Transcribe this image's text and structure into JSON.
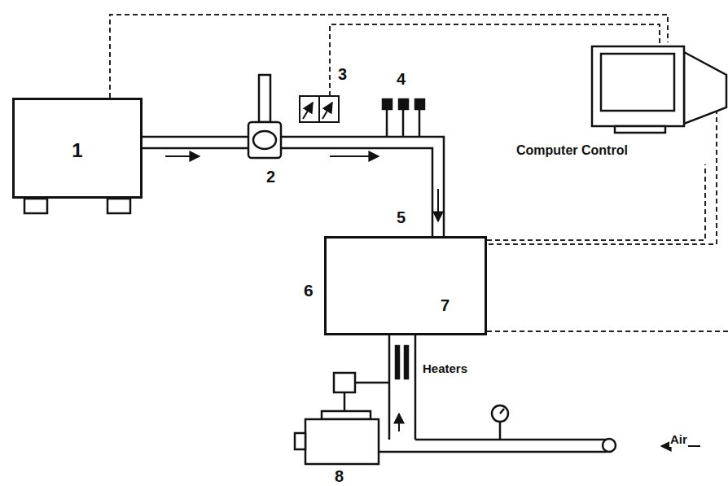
{
  "diagram": {
    "nodes": [
      {
        "text": [
          "1"
        ]
      },
      {
        "text": [
          "Computer Control"
        ]
      },
      {
        "text": [
          "6"
        ]
      }
    ],
    "edges": [
      {
        "from": 0,
        "to": 1,
        "arrow": "none"
      },
      {
        "from": 2,
        "to": 1,
        "arrow": "none"
      }
    ],
    "labels": [
      "2",
      "3",
      "4",
      "5",
      "7",
      "8",
      "Heaters",
      "Air"
    ]
  }
}
